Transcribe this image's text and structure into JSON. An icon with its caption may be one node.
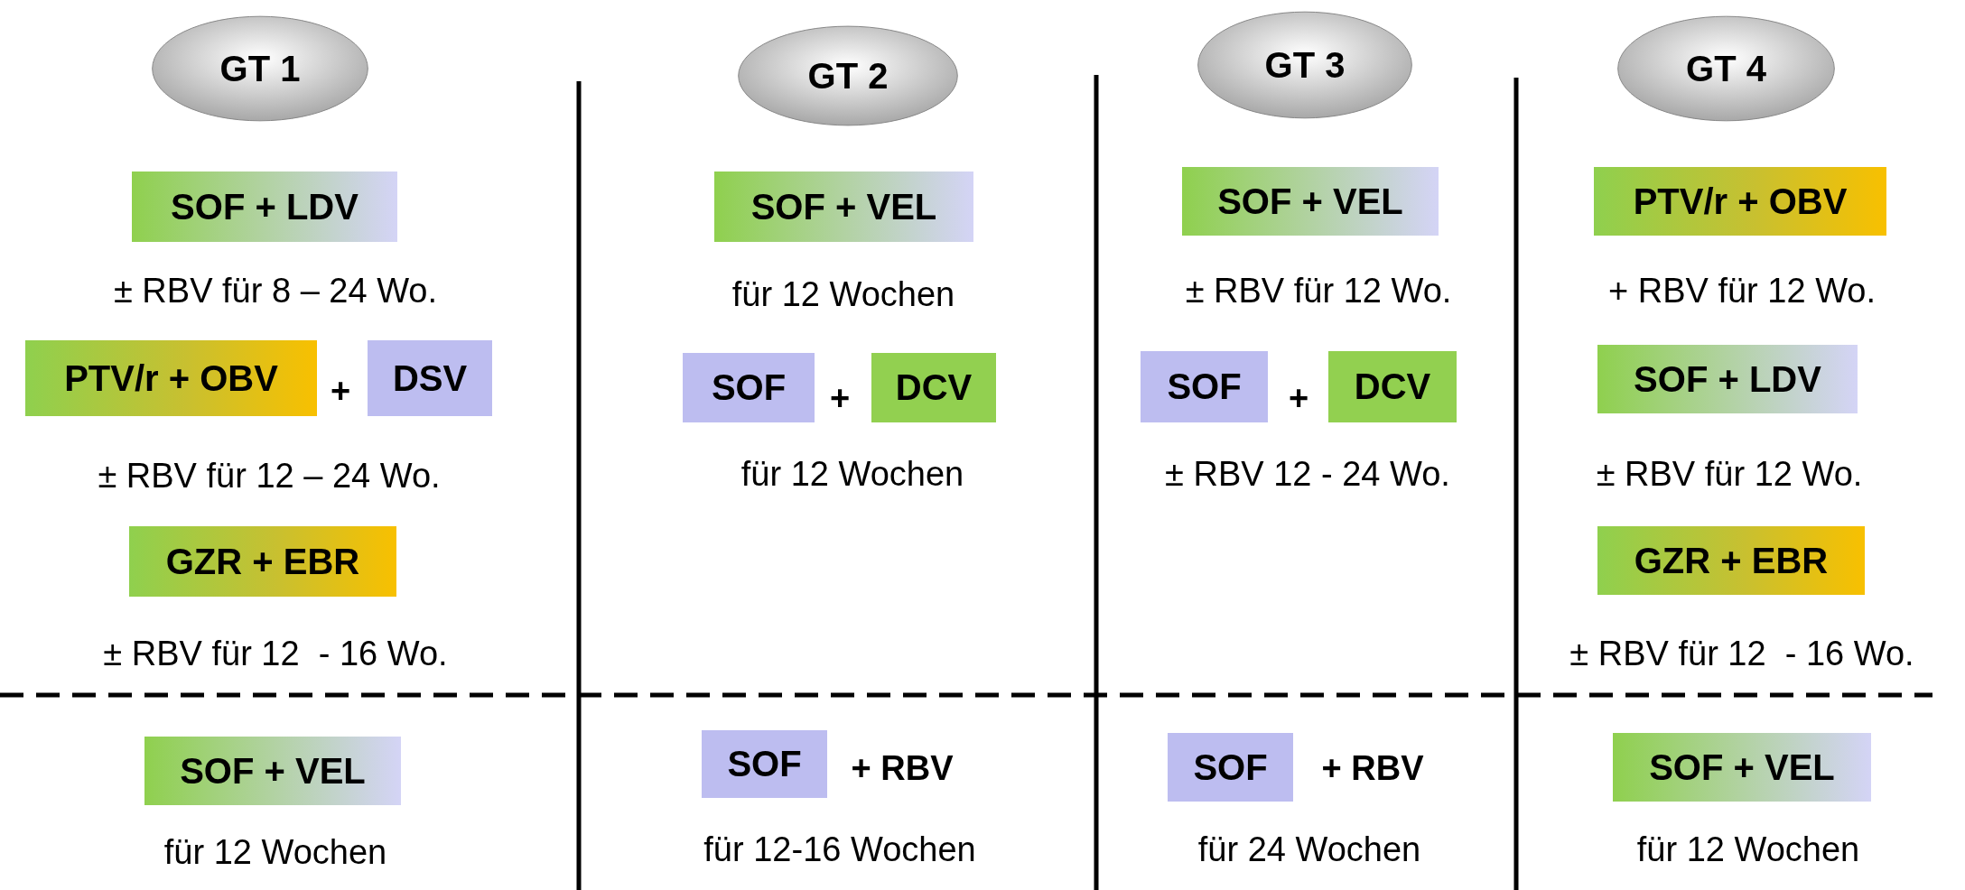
{
  "diagram": {
    "nodes": [
      {
        "text": [
          "GT 1"
        ]
      },
      {
        "text": [
          "GT 2"
        ]
      },
      {
        "text": [
          "GT 3"
        ]
      },
      {
        "text": [
          "GT 4"
        ]
      },
      {
        "text": [
          "SOF + LDV"
        ]
      },
      {
        "text": [
          "PTV/r + OBV"
        ]
      },
      {
        "text": [
          "DSV"
        ]
      },
      {
        "text": [
          "GZR + EBR"
        ]
      },
      {
        "text": [
          "SOF + VEL"
        ]
      },
      {
        "text": [
          "SOF + VEL"
        ]
      },
      {
        "text": [
          "SOF"
        ]
      },
      {
        "text": [
          "DCV"
        ]
      },
      {
        "text": [
          "SOF"
        ]
      },
      {
        "text": [
          "SOF + VEL"
        ]
      },
      {
        "text": [
          "SOF"
        ]
      },
      {
        "text": [
          "DCV"
        ]
      },
      {
        "text": [
          "SOF"
        ]
      },
      {
        "text": [
          "PTV/r + OBV"
        ]
      },
      {
        "text": [
          "SOF + LDV"
        ]
      },
      {
        "text": [
          "GZR + EBR"
        ]
      },
      {
        "text": [
          "SOF + VEL"
        ]
      }
    ],
    "labels": [
      "± RBV für 8 – 24 Wo.",
      "+",
      "± RBV für 12 – 24 Wo.",
      "± RBV für 12  - 16 Wo.",
      "für 12 Wochen",
      "für 12 Wochen",
      "+",
      "für 12 Wochen",
      "+ RBV",
      "für 12-16 Wochen",
      "± RBV für 12 Wo.",
      "+",
      "± RBV 12 - 24 Wo.",
      "+ RBV",
      "für 24 Wochen",
      "+ RBV für 12 Wo.",
      "± RBV für 12 Wo.",
      "± RBV für 12  - 16 Wo.",
      "für 12 Wochen"
    ]
  }
}
